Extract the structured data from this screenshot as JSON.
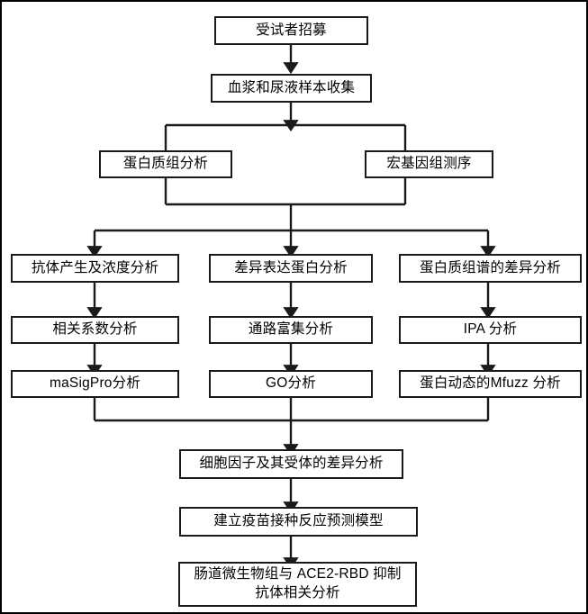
{
  "diagram": {
    "title": "Study workflow flowchart",
    "type": "flowchart",
    "orientation": "top-to-bottom",
    "background_color": "#ffffff",
    "line_color": "#1a1a1a",
    "text_color": "#000000",
    "border_color": "#000000",
    "nodes": [
      {
        "id": "n1",
        "label": "受试者招募"
      },
      {
        "id": "n2",
        "label": "血浆和尿液样本收集"
      },
      {
        "id": "n3",
        "label": "蛋白质组分析"
      },
      {
        "id": "n4",
        "label": "宏基因组测序"
      },
      {
        "id": "n5",
        "label": "抗体产生及浓度分析"
      },
      {
        "id": "n6",
        "label": "差异表达蛋白分析"
      },
      {
        "id": "n7",
        "label": "蛋白质组谱的差异分析"
      },
      {
        "id": "n8",
        "label": "相关系数分析"
      },
      {
        "id": "n9",
        "label": "通路富集分析"
      },
      {
        "id": "n10",
        "label": "IPA 分析"
      },
      {
        "id": "n11",
        "label": "maSigPro分析"
      },
      {
        "id": "n12",
        "label": "GO分析"
      },
      {
        "id": "n13",
        "label": "蛋白动态的Mfuzz 分析"
      },
      {
        "id": "n14",
        "label": "细胞因子及其受体的差异分析"
      },
      {
        "id": "n15",
        "label": "建立疫苗接种反应预测模型"
      },
      {
        "id": "n16",
        "label": "肠道微生物组与 ACE2-RBD 抑制\n抗体相关分析"
      }
    ],
    "edges": [
      {
        "from": "n1",
        "to": "n2",
        "style": "straight-arrow"
      },
      {
        "from": "n2",
        "to": "n3",
        "style": "split-branch"
      },
      {
        "from": "n2",
        "to": "n4",
        "style": "split-branch"
      },
      {
        "from": "n3",
        "to": "merge-a",
        "style": "merge"
      },
      {
        "from": "n4",
        "to": "merge-a",
        "style": "merge"
      },
      {
        "from": "merge-a",
        "to": "n5",
        "style": "split-arrow"
      },
      {
        "from": "merge-a",
        "to": "n6",
        "style": "split-arrow"
      },
      {
        "from": "merge-a",
        "to": "n7",
        "style": "split-arrow"
      },
      {
        "from": "n5",
        "to": "n8",
        "style": "straight-arrow"
      },
      {
        "from": "n6",
        "to": "n9",
        "style": "straight-arrow"
      },
      {
        "from": "n7",
        "to": "n10",
        "style": "straight-arrow"
      },
      {
        "from": "n8",
        "to": "n11",
        "style": "straight-arrow"
      },
      {
        "from": "n9",
        "to": "n12",
        "style": "straight-arrow"
      },
      {
        "from": "n10",
        "to": "n13",
        "style": "straight-arrow"
      },
      {
        "from": "n11",
        "to": "merge-b",
        "style": "merge"
      },
      {
        "from": "n12",
        "to": "merge-b",
        "style": "merge"
      },
      {
        "from": "n13",
        "to": "merge-b",
        "style": "merge"
      },
      {
        "from": "merge-b",
        "to": "n14",
        "style": "straight-arrow"
      },
      {
        "from": "n14",
        "to": "n15",
        "style": "straight-arrow"
      },
      {
        "from": "n15",
        "to": "n16",
        "style": "straight-arrow"
      }
    ]
  }
}
